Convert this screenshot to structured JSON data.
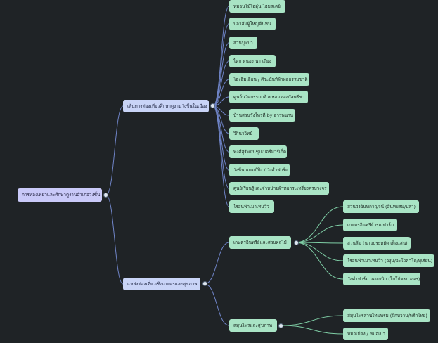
{
  "mindmap": {
    "root": {
      "label": "การท่องเที่ยวและศึกษาดูงานอำเภอวังชิ้น",
      "children": [
        {
          "label": "เส้นทางท่องเที่ยวศึกษาดูงานวังชิ้นในเมือง",
          "children": [
            {
              "label": "หมอนไม้ไออุ่น โฮมสเตย์"
            },
            {
              "label": "ปลาส้มผู้ใหญ่ต้นหน"
            },
            {
              "label": "สวนบุษบา"
            },
            {
              "label": "ไดก หนอง นา เถียง"
            },
            {
              "label": "โฮงฮีมเฮือน / ศิวะนันท์ผ้าทอธรรมชาติ"
            },
            {
              "label": "ศูนย์นวัตกรรมกล้วยหอมทองกัลพรีชา"
            },
            {
              "label": "บ้านสวนวังไพรดี by อาวพนาน"
            },
            {
              "label": "วิกินาวิทย์"
            },
            {
              "label": "พงศ์สุรีพนันชุปเปอร์มาร์เก็ต"
            },
            {
              "label": "วังชิ้น แคมป์ปิ้ง / วังคำฟาร์ม"
            },
            {
              "label": "ศูนย์เรียนรู้และจำหน่ายผ้าทอกระเหรี่ยงครบวงจร"
            },
            {
              "label": "ไร่อุ่นฟ้าเมาเทนวิว"
            }
          ]
        },
        {
          "label": "แหล่งท่องเที่ยวเชิงเกษตรและสุขภาพ",
          "children": [
            {
              "label": "เกษตรอินทรีย์และสวนผลไม้",
              "children": [
                {
                  "label": "สวนวังอินทกาญจน์ (อินทผลัม/ปลา)"
                },
                {
                  "label": "เกษตรอินทรีย์วรุณฟาร์ม"
                },
                {
                  "label": "สวนส้ม (นายประหยัด เพ็งแสน)"
                },
                {
                  "label": "ไร่อุ่นฟ้าเมาเทนวิว (องุ่น/อะโวคาโด/ทุเรียน)"
                },
                {
                  "label": "วังคำฟาร์ม ออแกนิก (โกโก้ครบวงจร)"
                }
              ]
            },
            {
              "label": "สมุนไพรและสุขภาพ",
              "children": [
                {
                  "label": "สมุนไพรสวนไทมพรม (ผักหวาน/พริกไทย)"
                },
                {
                  "label": "หมอเมือง / หมอเป่า"
                }
              ]
            }
          ]
        }
      ]
    },
    "colors": {
      "background": "#1f2326",
      "root_fill": "#c9c9f8",
      "level1_fill": "#c9d4f7",
      "leaf_fill": "#a9e4c5",
      "edge_blue": "#6f84c7",
      "edge_green": "#7fcfa6"
    }
  }
}
